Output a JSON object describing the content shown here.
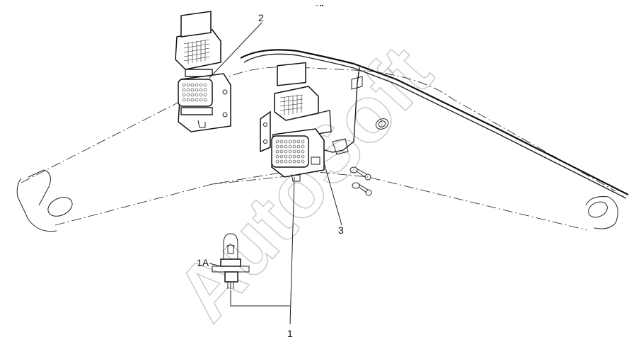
{
  "callouts": {
    "part_1": "1",
    "part_1a": "1A",
    "part_2": "2",
    "part_3": "3"
  },
  "watermark": "AutoSoft",
  "colors": {
    "line": "#111111",
    "watermark": "#c8c8c8",
    "background": "#ffffff"
  }
}
